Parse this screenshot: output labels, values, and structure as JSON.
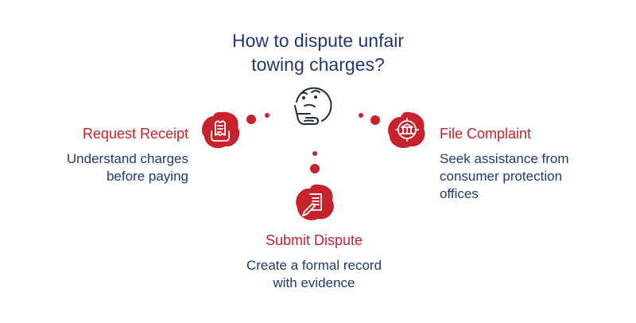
{
  "title": {
    "line1": "How to dispute unfair",
    "line2": "towing charges?"
  },
  "steps": [
    {
      "heading": "Request Receipt",
      "desc_line1": "Understand charges",
      "desc_line2": "before paying",
      "icon": "receipt-icon"
    },
    {
      "heading": "Submit Dispute",
      "desc_line1": "Create a formal record",
      "desc_line2": "with evidence",
      "icon": "document-pen-icon"
    },
    {
      "heading": "File Complaint",
      "desc_line1": "Seek assistance from",
      "desc_line2": "consumer protection",
      "desc_line3": "offices",
      "icon": "government-building-icon"
    }
  ],
  "center_icon": "thinking-face-icon",
  "colors": {
    "accent": "#c8222c",
    "text": "#1f3a73",
    "icon_stroke": "#1f2d3d"
  }
}
